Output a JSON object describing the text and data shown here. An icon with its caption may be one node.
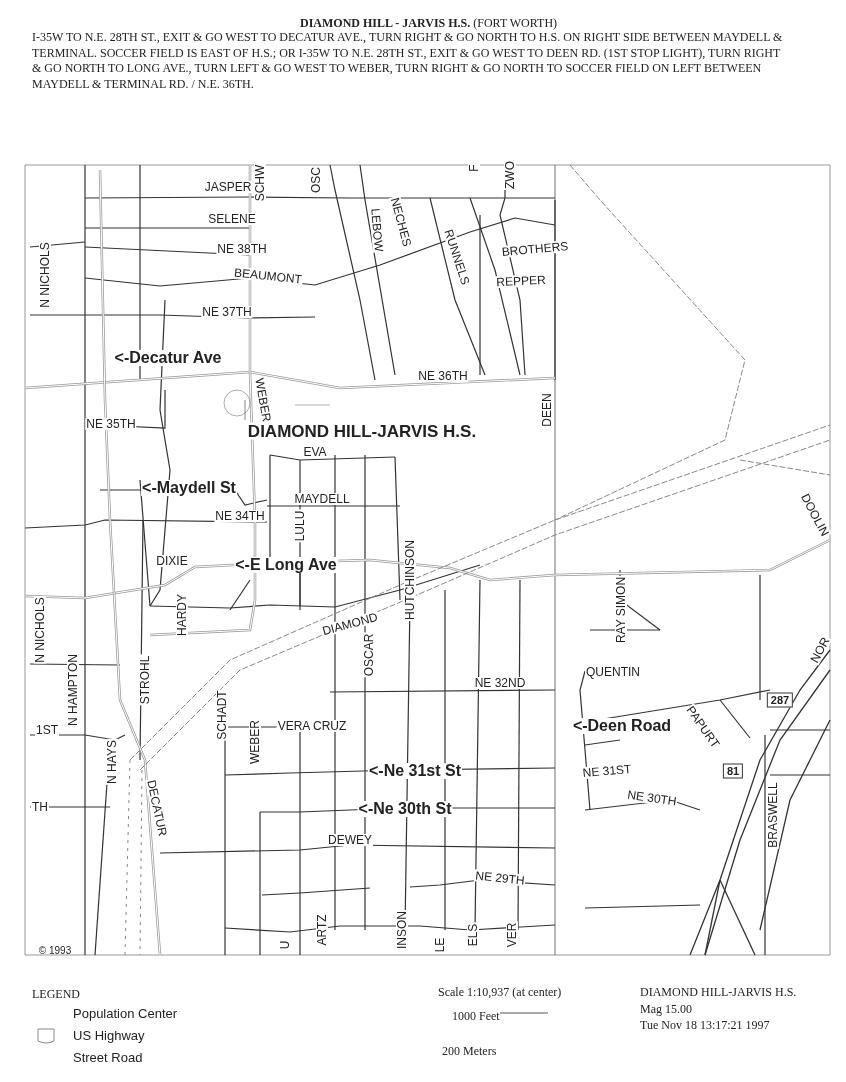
{
  "diagram": {
    "title": "**DIAMOND HILL - JARVIS H.S.** (FORT WORTH)",
    "labels": [
      "I-35W TO N.E. 28TH ST., EXIT & GO WEST TO DECATUR AVE., TURN RIGHT & GO NORTH TO H.S. ON RIGHT SIDE BETWEEN MAYDELL & TERMINAL.  SOCCER FIELD IS EAST OF H.S.; OR I-35W TO N.E. 28TH ST., EXIT & GO WEST TO DEEN RD. (1ST STOP LIGHT), TURN RIGHT & GO NORTH TO LONG AVE., TURN LEFT & GO WEST TO WEBER, TURN RIGHT & GO NORTH TO SOCCER FIELD ON LEFT BETWEEN MAYDELL & TERMINAL RD. / N.E. 36TH.",
      "JASPER",
      "SCHW",
      "OSC",
      "F",
      "ZWO",
      "SELENE",
      "LEBOW",
      "NECHES",
      "NE 38TH",
      "RUNNELS",
      "BROTHERS",
      "N NICHOLS",
      "BEAUMONT",
      "REPPER",
      "NE 37TH",
      "<-Decatur Ave",
      "NE 36TH",
      "WEBER",
      "DEEN",
      "NE 35TH",
      "DIAMOND HILL-JARVIS H.S.",
      "EVA",
      "<-Maydell St",
      "MAYDELL",
      "NE 34TH",
      "LULU",
      "DIXIE",
      "<-E Long Ave",
      "RAY SIMON",
      "DOOLIN",
      "N NICHOLS",
      "HARDY",
      "DIAMOND",
      "HUTCHINSON",
      "OSCAR",
      "STROHL",
      "N HAMPTON",
      "NE 32ND",
      "QUENTIN",
      "NOR",
      "287",
      "1ST",
      "SCHADT",
      "WEBER",
      "VERA CRUZ",
      "<-Deen Road",
      "PAPURT",
      "N HAYS",
      "<-Ne 31st St",
      "NE 31ST",
      "81",
      "DECATUR",
      "TH",
      "<-Ne 30th St",
      "NE 30TH",
      "BRASWELL",
      "DEWEY",
      "NE 29TH",
      "U",
      "ARTZ",
      "INSON",
      "LE",
      "ELS",
      "VER",
      "© 1993",
      "LEGEND",
      "Scale 1:10,937 (at center)",
      "1000 Feet",
      "200 Meters",
      "DIAMOND HILL-JARVIS H.S.",
      "Mag 15.00",
      "Tue Nov 18 13:17:21 1997"
    ],
    "legend": [
      {
        "text": "Population Center"
      },
      {
        "text": "US Highway"
      },
      {
        "text": "Street Road"
      }
    ]
  }
}
